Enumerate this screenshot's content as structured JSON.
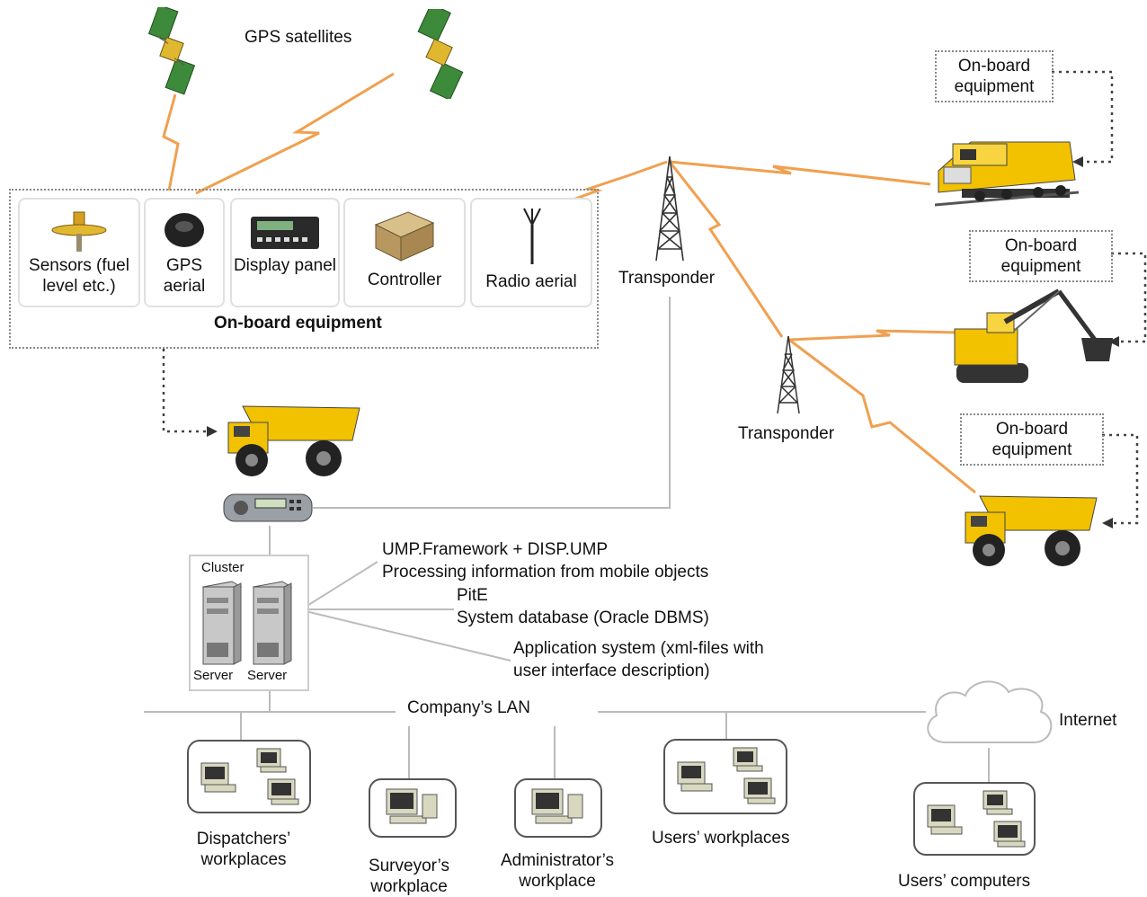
{
  "satellites_label": "GPS satellites",
  "onboard_box_label": "On-board equipment",
  "components": [
    {
      "label": "Sensors (fuel level etc.)",
      "icon": "sensor-icon"
    },
    {
      "label": "GPS aerial",
      "icon": "gps-aerial-icon"
    },
    {
      "label": "Display panel",
      "icon": "display-panel-icon"
    },
    {
      "label": "Controller",
      "icon": "controller-icon"
    },
    {
      "label": "Radio aerial",
      "icon": "radio-aerial-icon"
    }
  ],
  "transponders": [
    "Transponder",
    "Transponder"
  ],
  "vehicle_labels": [
    "On-board equipment",
    "On-board equipment",
    "On-board equipment"
  ],
  "cluster": {
    "label": "Cluster",
    "servers": [
      "Server",
      "Server"
    ]
  },
  "software": {
    "framework": "UMP.Framework + DISP.UMP",
    "framework_desc": "Processing information from mobile objects",
    "pite": "PitE",
    "database": "System database (Oracle DBMS)",
    "app_system": "Application system (xml-files with",
    "app_system_2": "user interface description)"
  },
  "lan_label": "Company’s LAN",
  "internet_label": "Internet",
  "workplaces": {
    "dispatchers": "Dispatchers’ workplaces",
    "surveyor": "Surveyor’s workplace",
    "administrator": "Administrator’s workplace",
    "users": "Users’ workplaces",
    "users_computers": "Users’ computers"
  },
  "colors": {
    "radio_link": "#f0a050",
    "truck_yellow": "#f2c200",
    "line_gray": "#bbbbbb"
  }
}
